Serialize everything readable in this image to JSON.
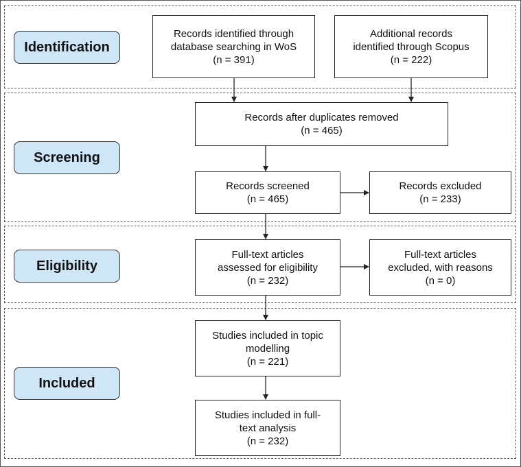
{
  "stages": {
    "identification": "Identification",
    "screening": "Screening",
    "eligibility": "Eligibility",
    "included": "Included"
  },
  "boxes": {
    "wos": {
      "line1": "Records identified through",
      "line2": "database searching in WoS",
      "count": "(n = 391)"
    },
    "scopus": {
      "line1": "Additional records",
      "line2": "identified through Scopus",
      "count": "(n = 222)"
    },
    "duplicates": {
      "line1": "Records after duplicates removed",
      "count": "(n = 465)"
    },
    "screened": {
      "line1": "Records screened",
      "count": "(n = 465)"
    },
    "excluded": {
      "line1": "Records excluded",
      "count": "(n = 233)"
    },
    "fulltext": {
      "line1": "Full-text articles",
      "line2": "assessed for eligibility",
      "count": "(n = 232)"
    },
    "fulltext_excluded": {
      "line1": "Full-text articles",
      "line2": "excluded, with reasons",
      "count": "(n = 0)"
    },
    "topic": {
      "line1": "Studies included in topic",
      "line2": "modelling",
      "count": "(n = 221)"
    },
    "analysis": {
      "line1": "Studies included in full-",
      "line2": "text analysis",
      "count": "(n = 232)"
    }
  },
  "colors": {
    "stage_fill": "#cfe6f7",
    "border": "#222222",
    "dash": "#555555"
  }
}
